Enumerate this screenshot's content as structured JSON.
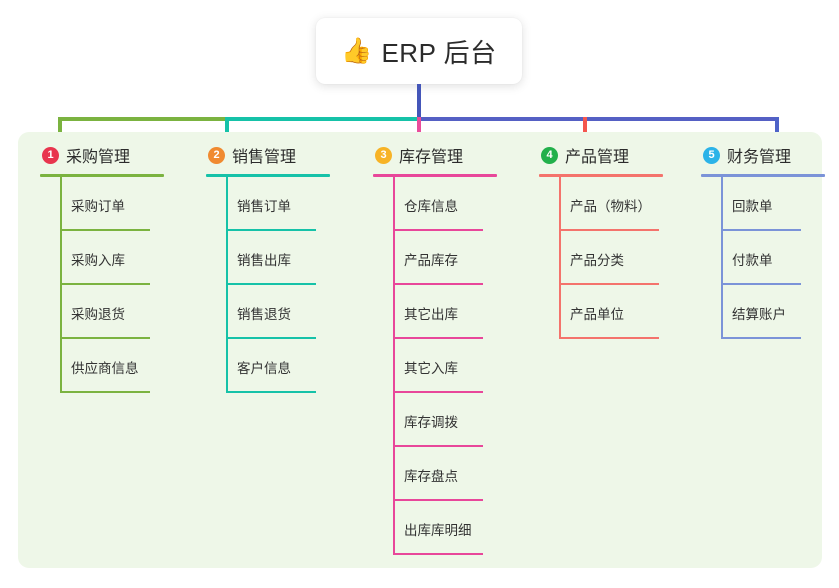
{
  "root": {
    "icon": "thumbs-up-icon",
    "emoji": "👍",
    "title": "ERP 后台"
  },
  "panel": {
    "background": "#eef7e8"
  },
  "connectors": {
    "stem_color": "#4456b9",
    "segment_1_color": "#7bb340",
    "segment_2_color": "#16c2a8",
    "segment_3_color": "#5560c4"
  },
  "columns": [
    {
      "index": "1",
      "title": "采购管理",
      "badge_color": "#e8354e",
      "line_color": "#7bb340",
      "rule_width": 124,
      "item_rule_width": 90,
      "items": [
        {
          "label": "采购订单"
        },
        {
          "label": "采购入库"
        },
        {
          "label": "采购退货"
        },
        {
          "label": "供应商信息"
        }
      ]
    },
    {
      "index": "2",
      "title": "销售管理",
      "badge_color": "#f08a30",
      "line_color": "#16c2a8",
      "rule_width": 124,
      "item_rule_width": 90,
      "items": [
        {
          "label": "销售订单"
        },
        {
          "label": "销售出库"
        },
        {
          "label": "销售退货"
        },
        {
          "label": "客户信息"
        }
      ]
    },
    {
      "index": "3",
      "title": "库存管理",
      "badge_color": "#f7b326",
      "line_color": "#e8479a",
      "rule_width": 124,
      "item_rule_width": 90,
      "items": [
        {
          "label": "仓库信息"
        },
        {
          "label": "产品库存"
        },
        {
          "label": "其它出库"
        },
        {
          "label": "其它入库"
        },
        {
          "label": "库存调拨"
        },
        {
          "label": "库存盘点"
        },
        {
          "label": "出库库明细"
        }
      ]
    },
    {
      "index": "4",
      "title": "产品管理",
      "badge_color": "#22b04b",
      "line_color": "#f4736c",
      "rule_width": 124,
      "item_rule_width": 100,
      "items": [
        {
          "label": "产品（物料）"
        },
        {
          "label": "产品分类"
        },
        {
          "label": "产品单位"
        }
      ]
    },
    {
      "index": "5",
      "title": "财务管理",
      "badge_color": "#2bb3e8",
      "line_color": "#7b93d8",
      "rule_width": 124,
      "item_rule_width": 80,
      "items": [
        {
          "label": "回款单"
        },
        {
          "label": "付款单"
        },
        {
          "label": "结算账户"
        }
      ]
    }
  ]
}
